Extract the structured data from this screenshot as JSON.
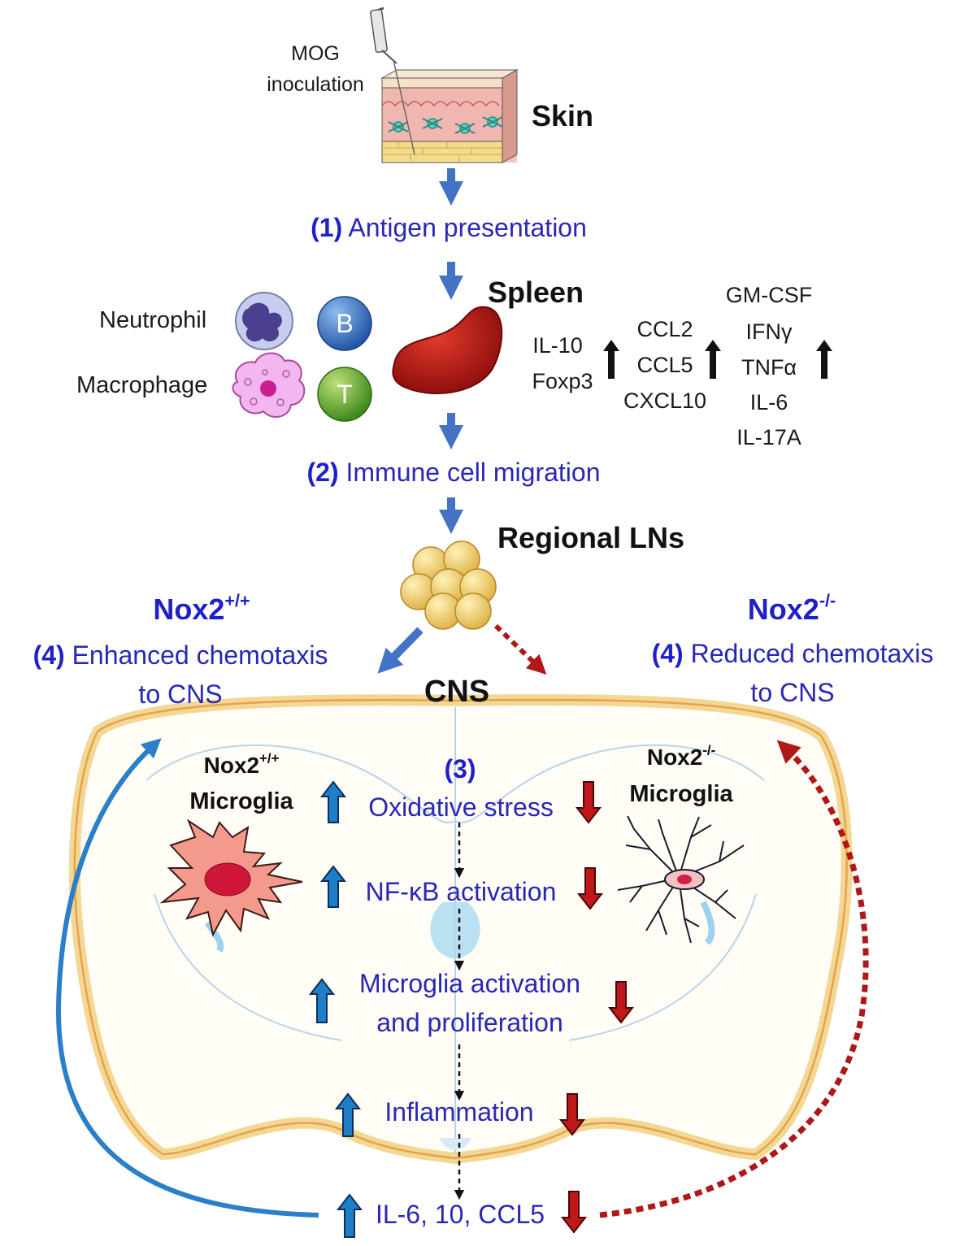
{
  "skin": {
    "inoculation_line1": "MOG",
    "inoculation_line2": "inoculation",
    "label": "Skin"
  },
  "step1": {
    "number": "(1)",
    "text": "Antigen presentation"
  },
  "spleen": {
    "label": "Spleen",
    "cells": {
      "neutrophil": "Neutrophil",
      "macrophage": "Macrophage",
      "b_cell": "B",
      "t_cell": "T"
    },
    "group1": [
      "IL-10",
      "Foxp3"
    ],
    "group2": [
      "CCL2",
      "CCL5",
      "CXCL10"
    ],
    "group3": [
      "GM-CSF",
      "IFNγ",
      "TNFα",
      "IL-6",
      "IL-17A"
    ]
  },
  "step2": {
    "number": "(2)",
    "text": "Immune cell migration"
  },
  "lns": {
    "label": "Regional LNs"
  },
  "left_branch": {
    "genotype_base": "Nox2",
    "genotype_sup": "+/+",
    "number": "(4)",
    "line1": "Enhanced chemotaxis",
    "line2": "to CNS"
  },
  "right_branch": {
    "genotype_base": "Nox2",
    "genotype_sup": "-/-",
    "number": "(4)",
    "line1": "Reduced chemotaxis",
    "line2": "to CNS"
  },
  "cns": {
    "label": "CNS",
    "step_number": "(3)",
    "microglia_left": {
      "base": "Nox2",
      "sup": "+/+",
      "label": "Microglia"
    },
    "microglia_right": {
      "base": "Nox2",
      "sup": "-/-",
      "label": "Microglia"
    },
    "cascade": [
      "Oxidative stress",
      "NF-κB activation",
      "Microglia activation",
      "and proliferation",
      "Inflammation",
      "IL-6, 10, CCL5"
    ]
  },
  "colors": {
    "text_blue": "#2828b4",
    "arrow_blue": "#4472c4",
    "up_blue": "#1e7fc8",
    "down_red": "#c0181a",
    "dotted_red": "#b01818",
    "solid_curve_blue": "#2a7fc8"
  }
}
